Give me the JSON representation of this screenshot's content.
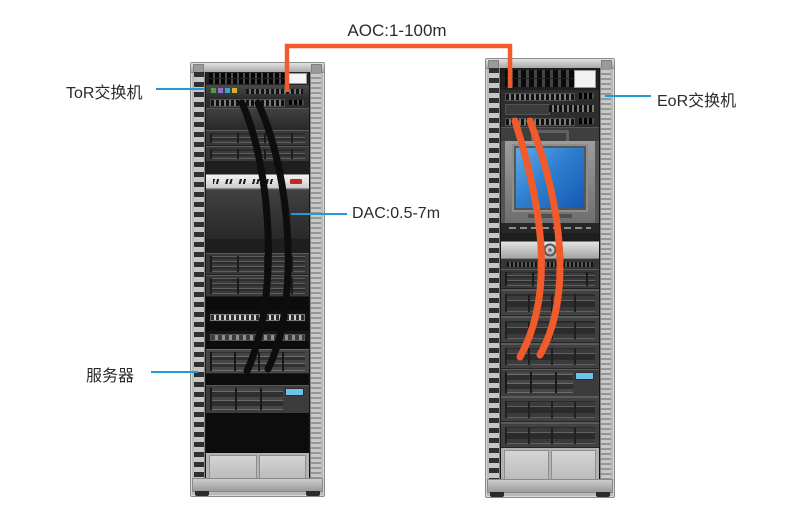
{
  "diagram_title": "ToR vs EoR rack cabling diagram",
  "labels": {
    "aoc": "AOC:1-100m",
    "dac": "DAC:0.5-7m",
    "tor_switch": "ToR交换机",
    "eor_switch": "EoR交换机",
    "server": "服务器"
  },
  "colors": {
    "aoc_cable": "#F15B2B",
    "dac_cable": "#0d0d0d",
    "pointer_line": "#1E9BD9",
    "label_text": "#2b2b2b",
    "monitor_screen": "#2f7fd0"
  },
  "cables": [
    {
      "name": "aoc-inter-rack-link",
      "type": "AOC",
      "length_range": "1-100m",
      "color": "#F15B2B",
      "from": "tor-switch",
      "to": "eor-rack-patch-panel"
    },
    {
      "name": "dac-cable-1",
      "type": "DAC",
      "length_range": "0.5-7m",
      "color": "#0d0d0d",
      "from": "tor-switch",
      "to": "storage-server"
    },
    {
      "name": "dac-cable-2",
      "type": "DAC",
      "length_range": "0.5-7m",
      "color": "#0d0d0d",
      "from": "tor-switch",
      "to": "storage-server"
    },
    {
      "name": "eor-cable-1",
      "type": "AOC",
      "color": "#F15B2B",
      "from": "eor-switch-ports",
      "to": "disk-server"
    },
    {
      "name": "eor-cable-2",
      "type": "AOC",
      "color": "#F15B2B",
      "from": "eor-switch-ports",
      "to": "disk-server"
    }
  ],
  "racks": [
    {
      "id": "tor-rack",
      "rail_unit_markings": "42u down to 1u (tiny tags on left rail)",
      "units": [
        {
          "type": "brush",
          "h": 13,
          "name": "cable-entry-panel"
        },
        {
          "type": "switch-a",
          "h": 12,
          "name": "tor-switch"
        },
        {
          "type": "ports",
          "h": 11,
          "name": "tor-switch-ports"
        },
        {
          "type": "dark",
          "h": 22,
          "name": "blank-panel"
        },
        {
          "type": "server",
          "h": 16,
          "name": "server-unit-1"
        },
        {
          "type": "server",
          "h": 16,
          "name": "server-unit-2"
        },
        {
          "type": "dark2",
          "h": 12,
          "name": "blank-panel"
        },
        {
          "type": "power",
          "h": 13,
          "name": "power-strip"
        },
        {
          "type": "dark",
          "h": 50,
          "name": "blank-panel"
        },
        {
          "type": "dark2",
          "h": 14,
          "name": "blank-panel"
        },
        {
          "type": "server",
          "h": 22,
          "name": "server-unit-3"
        },
        {
          "type": "server",
          "h": 22,
          "name": "server-unit-4"
        },
        {
          "type": "black",
          "h": 14,
          "name": "blank-panel"
        },
        {
          "type": "patch",
          "h": 11,
          "name": "patch-panel"
        },
        {
          "type": "black",
          "h": 9,
          "name": "blank-panel"
        },
        {
          "type": "patch2",
          "h": 10,
          "name": "patch-panel-2"
        },
        {
          "type": "black",
          "h": 8,
          "name": "blank-panel"
        },
        {
          "type": "storage",
          "h": 25,
          "name": "storage-server"
        },
        {
          "type": "black",
          "h": 11,
          "name": "blank-panel"
        },
        {
          "type": "caddies",
          "h": 28,
          "name": "server-with-lcd"
        },
        {
          "type": "black",
          "h": 40,
          "name": "blank-panel"
        },
        {
          "type": "covers",
          "h": 29,
          "name": "blank-covers"
        }
      ]
    },
    {
      "id": "eor-rack",
      "rail_unit_markings": "42u down to 1u (tiny tags on left rail)",
      "units": [
        {
          "type": "keystone",
          "h": 22,
          "name": "patch-panel-top"
        },
        {
          "type": "ports",
          "h": 12,
          "name": "eor-switch"
        },
        {
          "type": "mixed",
          "h": 13,
          "name": "eor-switch-line-card"
        },
        {
          "type": "ports",
          "h": 12,
          "name": "eor-switch-ports"
        },
        {
          "type": "kvm-top",
          "h": 14,
          "name": "kvm-handle-panel"
        },
        {
          "type": "monitor",
          "h": 82,
          "name": "kvm-monitor"
        },
        {
          "type": "tray",
          "h": 10,
          "name": "keyboard-tray"
        },
        {
          "type": "dark2",
          "h": 8,
          "name": "blank-panel"
        },
        {
          "type": "drawer",
          "h": 16,
          "name": "console-drawer"
        },
        {
          "type": "vent",
          "h": 10,
          "name": "vent-panel"
        },
        {
          "type": "server",
          "h": 20,
          "name": "server-unit-1"
        },
        {
          "type": "drive",
          "h": 27,
          "name": "disk-server-1"
        },
        {
          "type": "drive",
          "h": 27,
          "name": "disk-server-2"
        },
        {
          "type": "drive",
          "h": 26,
          "name": "disk-server-3"
        },
        {
          "type": "caddies",
          "h": 27,
          "name": "server-with-lcd"
        },
        {
          "type": "drive",
          "h": 26,
          "name": "disk-server-4"
        },
        {
          "type": "drive",
          "h": 26,
          "name": "disk-server-5"
        },
        {
          "type": "covers",
          "h": 35,
          "name": "blank-covers"
        }
      ]
    }
  ]
}
